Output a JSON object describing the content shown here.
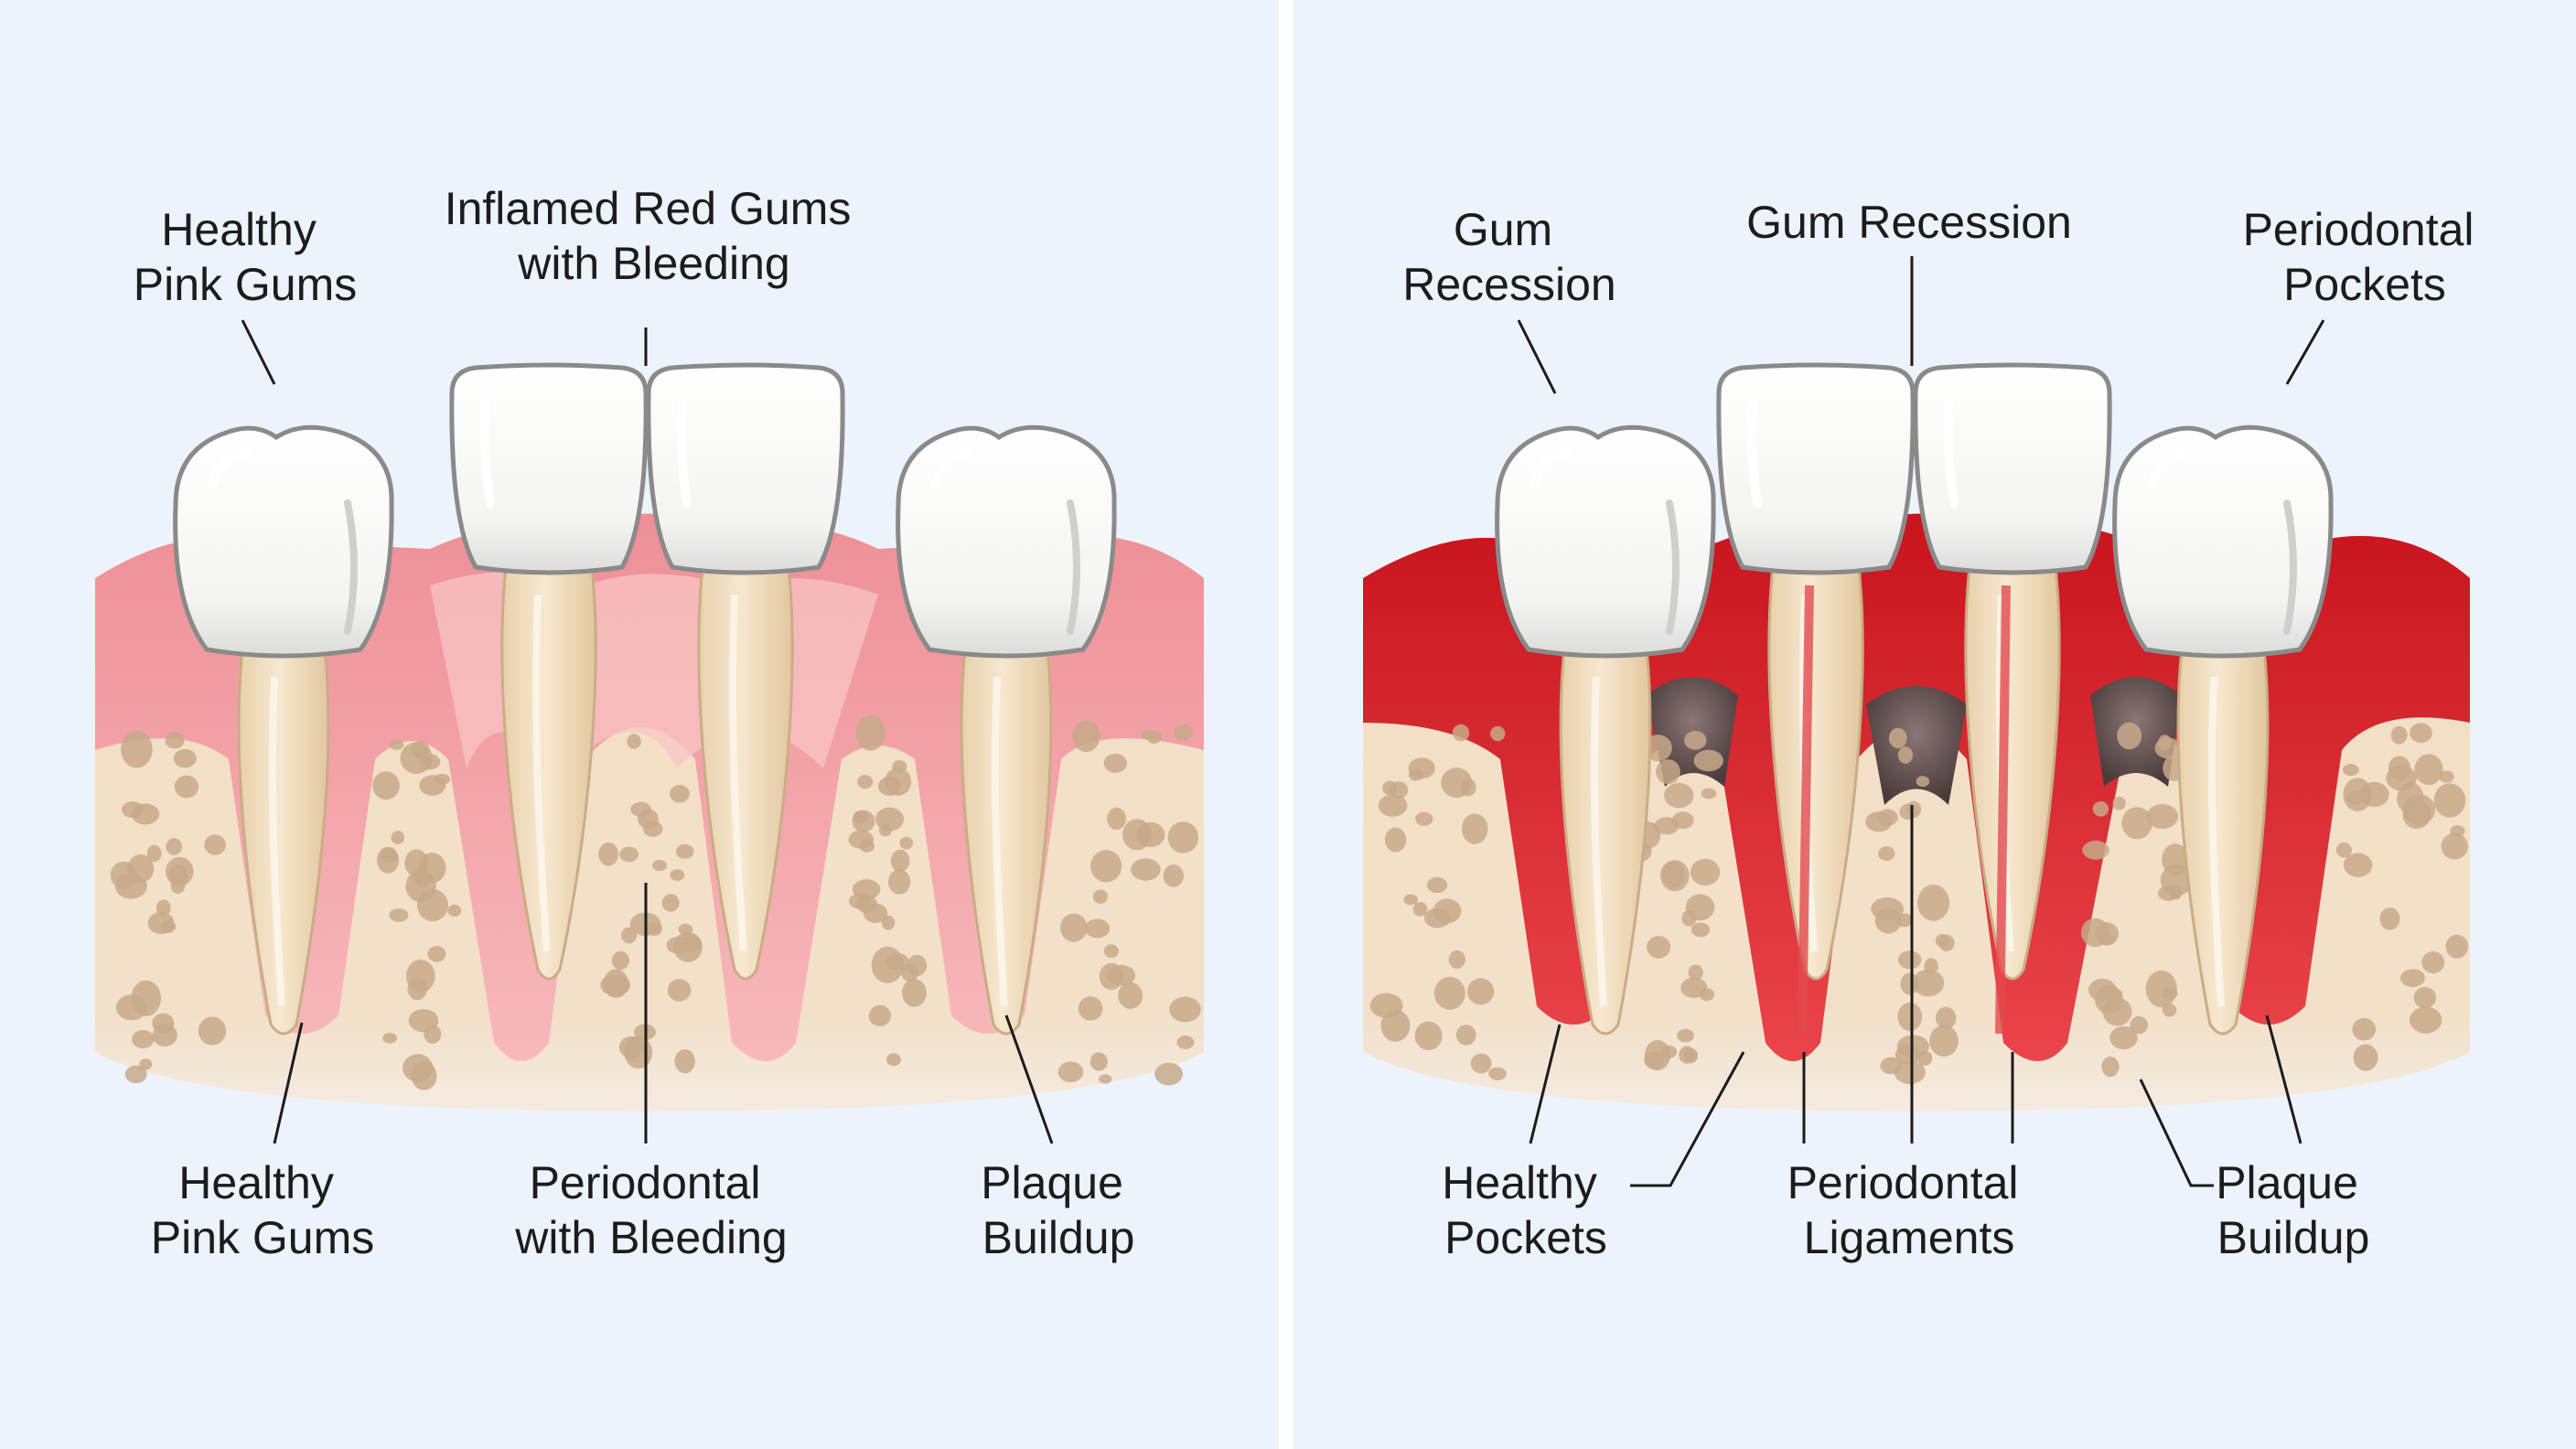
{
  "panels": [
    {
      "id": "left",
      "labels_top": [
        {
          "lines": [
            "Healthy",
            "Pink Gums"
          ]
        },
        {
          "lines": [
            "Inflamed Red Gums",
            "with Bleeding"
          ]
        }
      ],
      "labels_bottom": [
        {
          "lines": [
            "Healthy",
            "Pink Gums"
          ]
        },
        {
          "lines": [
            "Periodontal",
            "with Bleeding"
          ]
        },
        {
          "lines": [
            "Plaque",
            "Buildup"
          ]
        }
      ]
    },
    {
      "id": "right",
      "labels_top": [
        {
          "lines": [
            "Gum",
            "Recession"
          ]
        },
        {
          "lines": [
            "Gum Recession"
          ]
        },
        {
          "lines": [
            "Periodontal",
            "Pockets"
          ]
        }
      ],
      "labels_bottom": [
        {
          "lines": [
            "Healthy",
            "Pockets"
          ]
        },
        {
          "lines": [
            "Periodontal",
            "Ligaments"
          ]
        },
        {
          "lines": [
            "Plaque",
            "Buildup"
          ]
        }
      ]
    }
  ],
  "colors": {
    "background": "#eef3f9",
    "divider": "#ffffff",
    "healthy_gum": "#f2a5aa",
    "inflamed_gum": "#d4242b",
    "bone": "#f3dfc4",
    "bone_pore": "#c7a98a",
    "root": "#efdcbc",
    "enamel": "#ffffff",
    "pocket_debris": "#5a4a4a"
  }
}
